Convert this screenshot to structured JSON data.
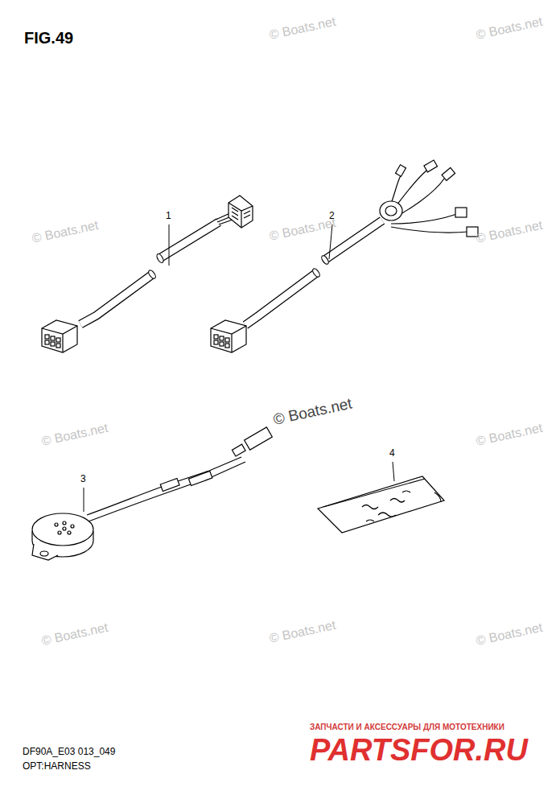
{
  "diagram": {
    "title": "FIG.49",
    "labels": [
      "1",
      "2",
      "3",
      "4",
      "© Boats.net",
      "© Boats.net",
      "© Boats.net",
      "© Boats.net",
      "© Boats.net",
      "© Boats.net",
      "© Boats.net",
      "© Boats.net",
      "© Boats.net",
      "© Boats.net",
      "© Boats.net",
      "ЗАПЧАСТИ И АКСЕССУАРЫ ДЛЯ МОТОТЕХНИКИ",
      "PARTSFOR.RU",
      "DF90A_E03 013_049",
      "OPT:HARNESS"
    ]
  }
}
